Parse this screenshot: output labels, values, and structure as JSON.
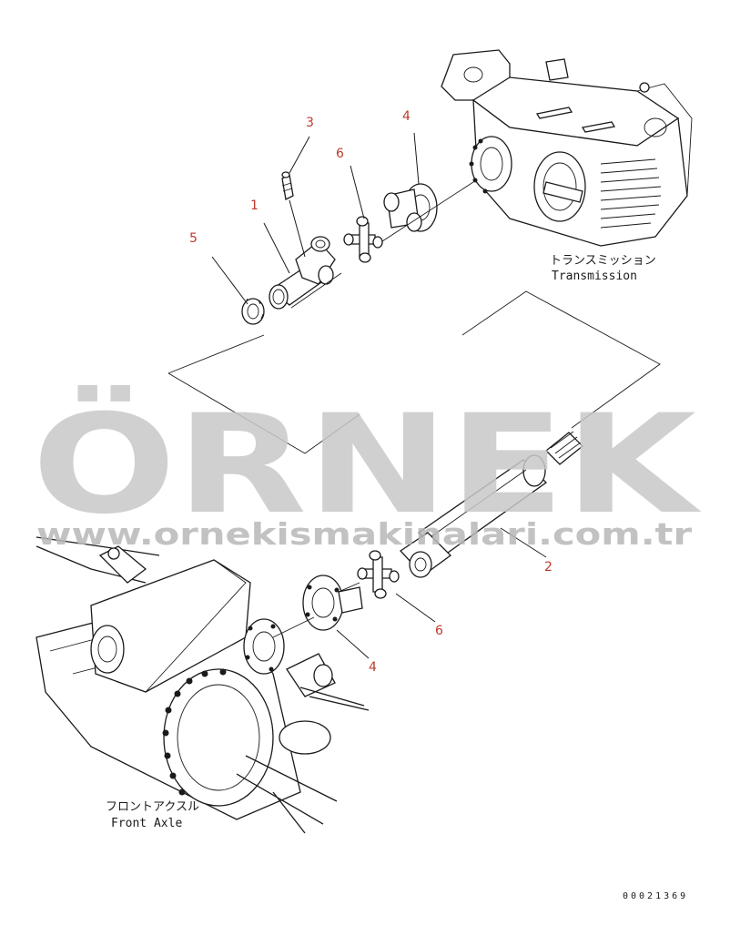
{
  "callouts": {
    "part_1": "1",
    "part_2": "2",
    "part_3": "3",
    "part_4_upper": "4",
    "part_4_lower": "4",
    "part_5": "5",
    "part_6_upper": "6",
    "part_6_lower": "6"
  },
  "assemblies": {
    "transmission_jp": "トランスミッション",
    "transmission_en": "Transmission",
    "front_axle_jp": "フロントアクスル",
    "front_axle_en": "Front Axle"
  },
  "drawing_number": "00021369",
  "watermark": {
    "brand": "ÖRNEK",
    "url": "www.ornekismakinalari.com.tr",
    "accent_color": "#f2c94c"
  },
  "colors": {
    "callout": "#c0392b",
    "line": "#1a1a1a"
  }
}
